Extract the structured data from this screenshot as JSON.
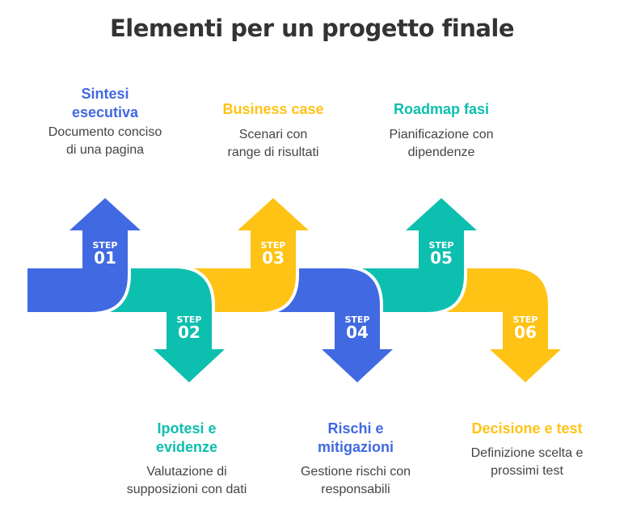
{
  "title": "Elementi per un progetto finale",
  "colors": {
    "blue": "#4169E1",
    "teal": "#0DBFAF",
    "yellow": "#FFC316",
    "text": "#444444"
  },
  "steps": [
    {
      "step_word": "STEP",
      "number": "01",
      "heading": "Sintesi esecutiva",
      "heading_lines": [
        "Sintesi",
        "esecutiva"
      ],
      "description": "Documento conciso di una pagina",
      "desc_lines": [
        "Documento conciso",
        "di una pagina"
      ],
      "direction": "up",
      "color": "#4169E1"
    },
    {
      "step_word": "STEP",
      "number": "02",
      "heading": "Ipotesi e evidenze",
      "heading_lines": [
        "Ipotesi e",
        "evidenze"
      ],
      "description": "Valutazione di supposizioni con dati",
      "desc_lines": [
        "Valutazione di",
        "supposizioni con dati"
      ],
      "direction": "down",
      "color": "#0DBFAF"
    },
    {
      "step_word": "STEP",
      "number": "03",
      "heading": "Business case",
      "heading_lines": [
        "Business case"
      ],
      "description": "Scenari con range di risultati",
      "desc_lines": [
        "Scenari con",
        "range di risultati"
      ],
      "direction": "up",
      "color": "#FFC316"
    },
    {
      "step_word": "STEP",
      "number": "04",
      "heading": "Rischi e mitigazioni",
      "heading_lines": [
        "Rischi e",
        "mitigazioni"
      ],
      "description": "Gestione rischi con responsabili",
      "desc_lines": [
        "Gestione rischi con",
        "responsabili"
      ],
      "direction": "down",
      "color": "#4169E1"
    },
    {
      "step_word": "STEP",
      "number": "05",
      "heading": "Roadmap fasi",
      "heading_lines": [
        "Roadmap fasi"
      ],
      "description": "Pianificazione con dipendenze",
      "desc_lines": [
        "Pianificazione con",
        "dipendenze"
      ],
      "direction": "up",
      "color": "#0DBFAF"
    },
    {
      "step_word": "STEP",
      "number": "06",
      "heading": "Decisione e test",
      "heading_lines": [
        "Decisione e test"
      ],
      "description": "Definizione scelta e prossimi test",
      "desc_lines": [
        "Definizione scelta e",
        "prossimi test"
      ],
      "direction": "down",
      "color": "#FFC316"
    }
  ]
}
